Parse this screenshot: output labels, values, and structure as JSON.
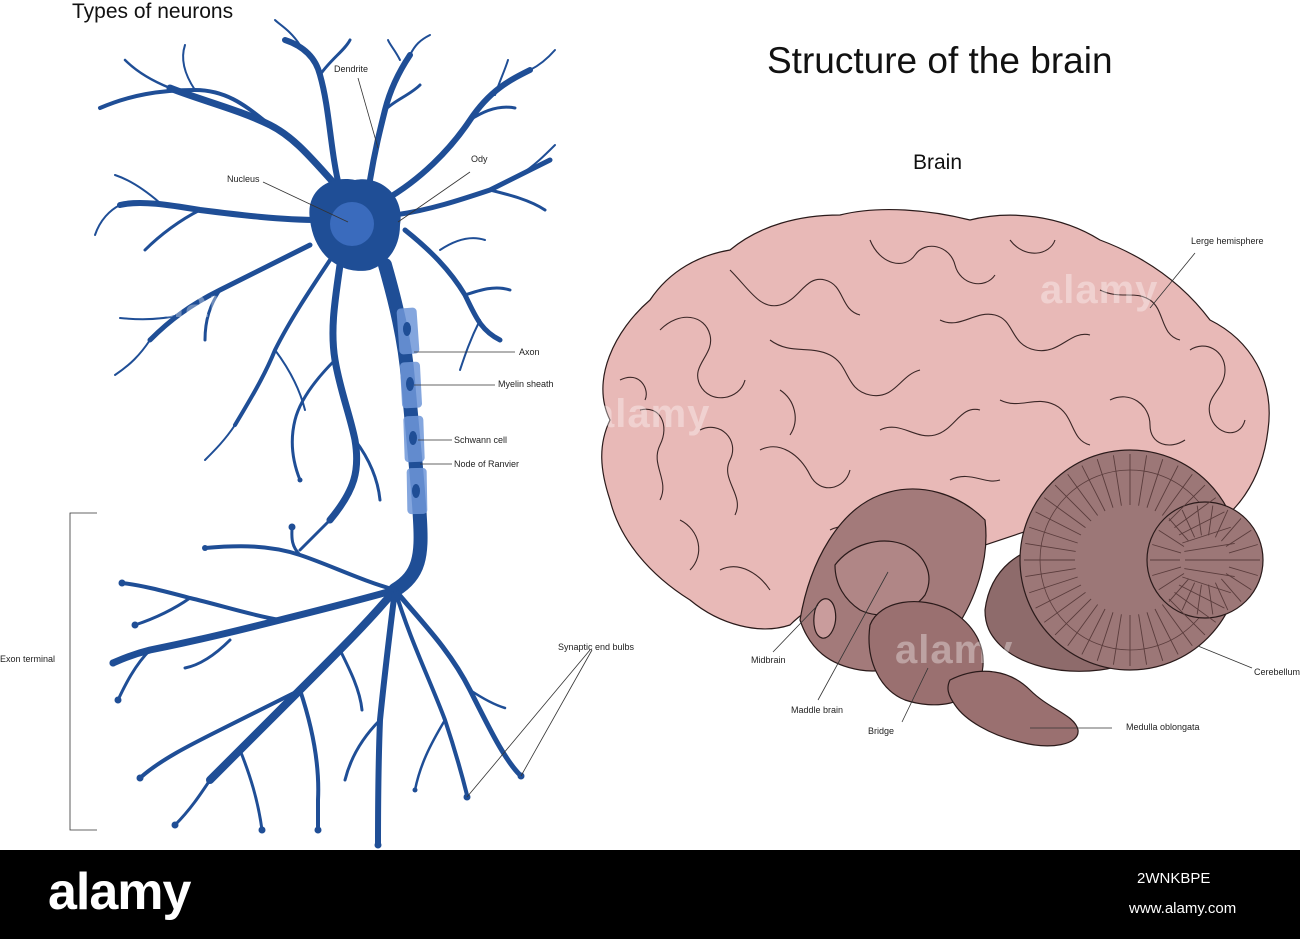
{
  "titles": {
    "left": "Types of neurons",
    "right": "Structure of the brain",
    "brain": "Brain"
  },
  "neuron_labels": {
    "dendrite": "Dendrite",
    "nucleus": "Nucleus",
    "ody": "Ody",
    "axon": "Axon",
    "myelin_sheath": "Myelin sheath",
    "schwann_cell": "Schwann cell",
    "node_of_ranvier": "Node of Ranvier",
    "exon_terminal": "Exon terminal",
    "synaptic_end_bulbs": "Synaptic end bulbs"
  },
  "brain_labels": {
    "large_hemisphere": "Lerge hemisphere",
    "midbrain": "Midbrain",
    "middle_brain": "Maddle brain",
    "bridge": "Bridge",
    "medulla_oblongata": "Medulla oblongata",
    "cerebellum": "Cerebellum"
  },
  "watermark": "alamy",
  "footer": {
    "logo": "alamy",
    "image_id": "2WNKBPE",
    "site": "www.alamy.com"
  },
  "colors": {
    "neuron": "#1f4e96",
    "soma_nucleus": "#3a6bbd",
    "myelin": "#6f96d8",
    "brain_cortex": "#e8b9b7",
    "brain_outline": "#2a1a1a",
    "cerebellum": "#9c7777",
    "brainstem": "#9a7070",
    "footer_bg": "#000000"
  }
}
